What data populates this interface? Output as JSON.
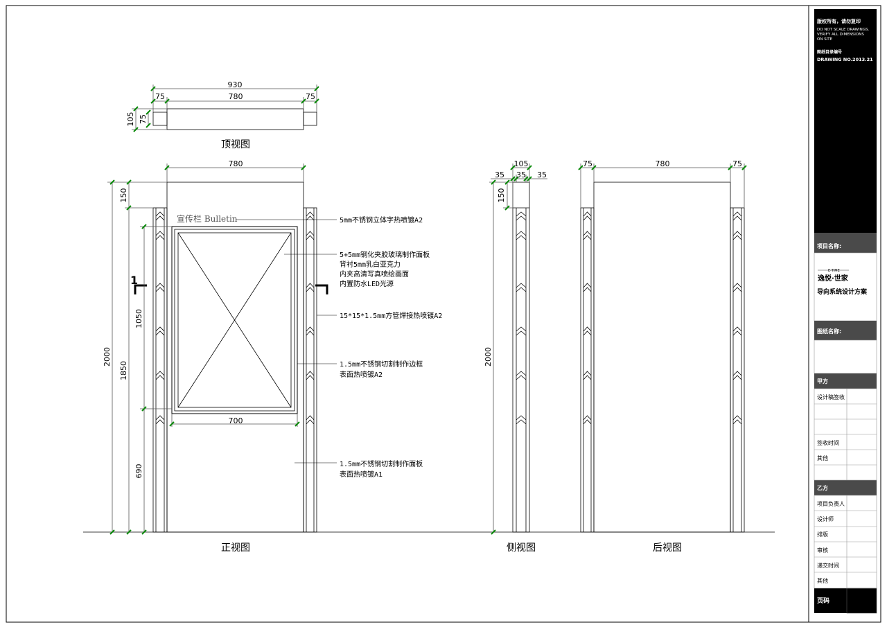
{
  "views": {
    "top": "顶视图",
    "front": "正视图",
    "side": "侧视图",
    "back": "后视图"
  },
  "top_dims": {
    "total": "930",
    "left": "75",
    "middle": "780",
    "right": "75",
    "depth_outer": "105",
    "depth_inner": "75"
  },
  "front_dims": {
    "top_width": "780",
    "top_height": "150",
    "total_height": "2000",
    "post_height": "1850",
    "panel_height": "1050",
    "base_height": "690",
    "panel_width": "700"
  },
  "side_dims": {
    "width": "105",
    "inner": "35",
    "left": "35",
    "right": "35",
    "top_height": "150",
    "height": "2000"
  },
  "back_dims": {
    "left": "75",
    "middle": "780",
    "right": "75"
  },
  "section_mark": "1",
  "bulletin_sign": "宣传栏 Bulletin",
  "annotations": {
    "a1": "5mm不锈钢立体字热喷镀A2",
    "a2_l1": "5+5mm钢化夹胶玻璃制作面板",
    "a2_l2": "背衬5mm乳白亚克力",
    "a2_l3": "内夹高清写真喷绘画面",
    "a2_l4": "内置防水LED光源",
    "a3": "15*15*1.5mm方管焊接热喷镀A2",
    "a4_l1": "1.5mm不锈钢切割制作边框",
    "a4_l2": "表面热喷镀A2",
    "a5_l1": "1.5mm不锈钢切割制作面板",
    "a5_l2": "表面热喷镀A1"
  },
  "title_block": {
    "copyright": "版权所有，请勿复印",
    "note_l1": "DO NOT SCALE DRAWINGS.",
    "note_l2": "VERIFY ALL DIMENSIONS",
    "note_l3": "ON SITE",
    "drawing_no_label": "图纸目录编号",
    "drawing_no": "DRAWING NO.2013.21",
    "project_name_label": "项目名称:",
    "logo_top": "E·TIME",
    "logo_main": "逸悦·世家",
    "project_name": "导向系统设计方案",
    "drawing_name_label": "图纸名称:",
    "party_a": "甲方",
    "party_a_rows": [
      "设计稿签收",
      "",
      "",
      "签收时间",
      "其他",
      ""
    ],
    "party_b": "乙方",
    "party_b_rows": [
      "项目负责人",
      "设计师",
      "排版",
      "审核",
      "递交时间",
      "其他"
    ],
    "page_label": "页码"
  }
}
